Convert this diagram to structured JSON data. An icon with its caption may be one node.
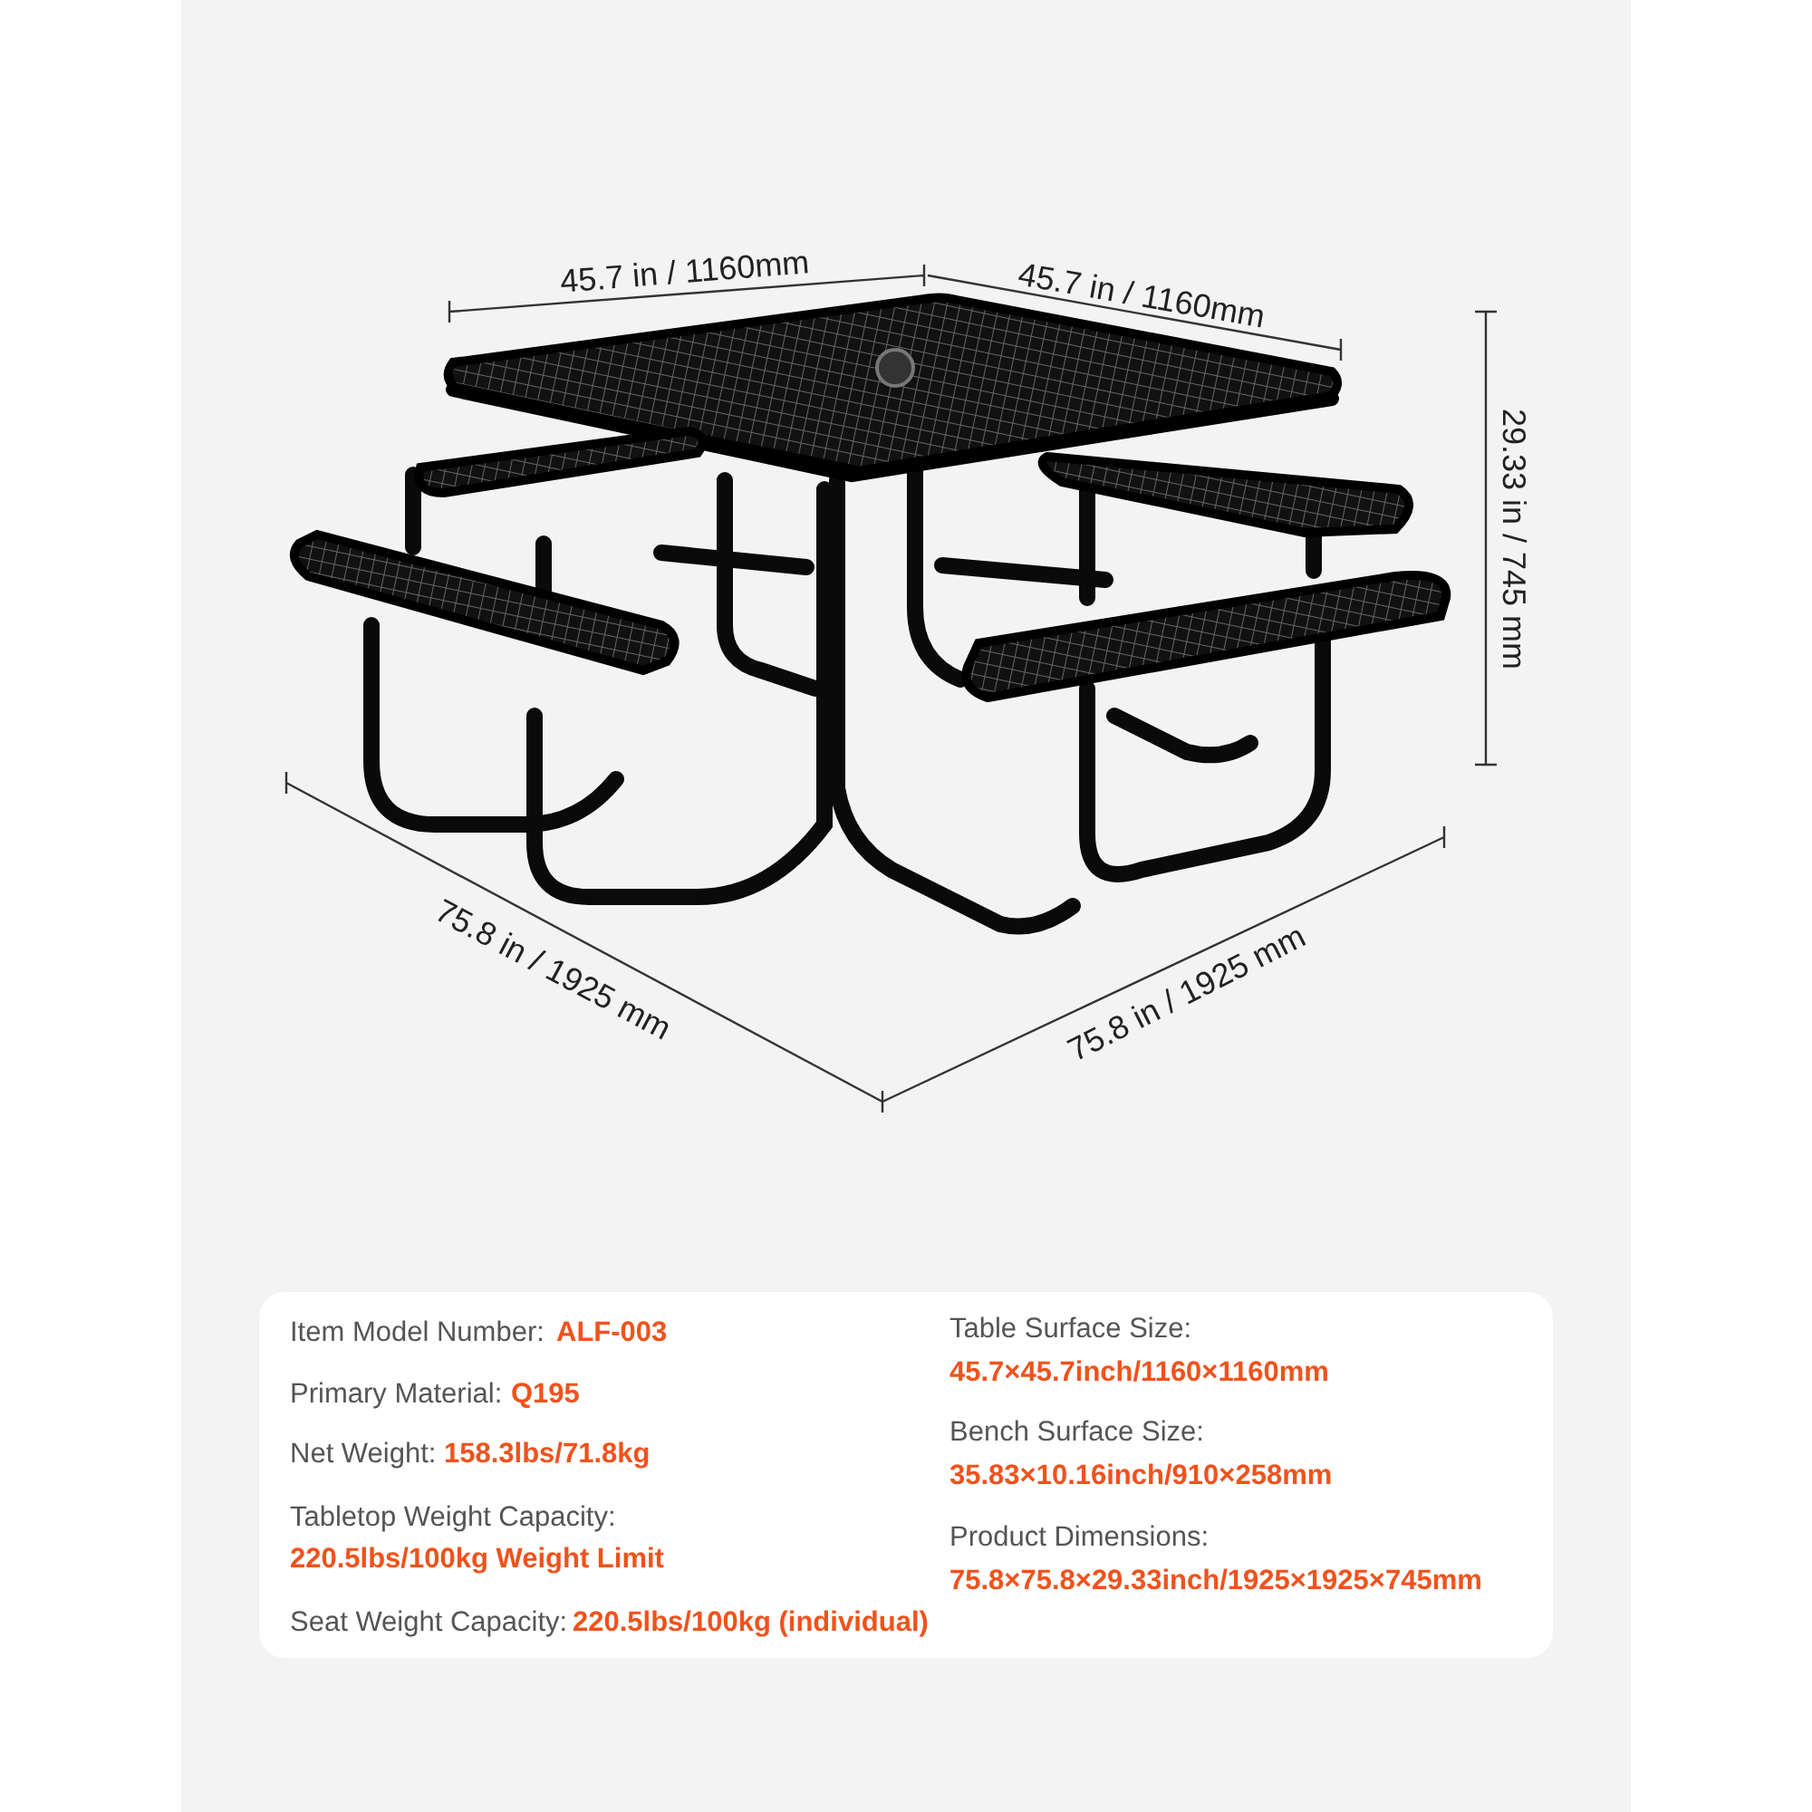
{
  "diagram": {
    "labels": [
      "45.7 in / 1160mm",
      "45.7 in / 1160mm",
      "29.33 in / 745 mm",
      "75.8 in / 1925 mm",
      "75.8 in / 1925 mm",
      "Item Model Number:",
      "ALF-003",
      "Primary Material:",
      "Q195",
      "Net Weight:",
      "158.3lbs/71.8kg",
      "Tabletop Weight Capacity:",
      "220.5lbs/100kg Weight Limit",
      "Seat Weight Capacity:",
      "220.5lbs/100kg (individual)",
      "Table Surface Size:",
      "45.7×45.7inch/1160×1160mm",
      "Bench Surface Size:",
      "35.83×10.16inch/910×258mm",
      "Product Dimensions:",
      "75.8×75.8×29.33inch/1925×1925×745mm"
    ]
  }
}
